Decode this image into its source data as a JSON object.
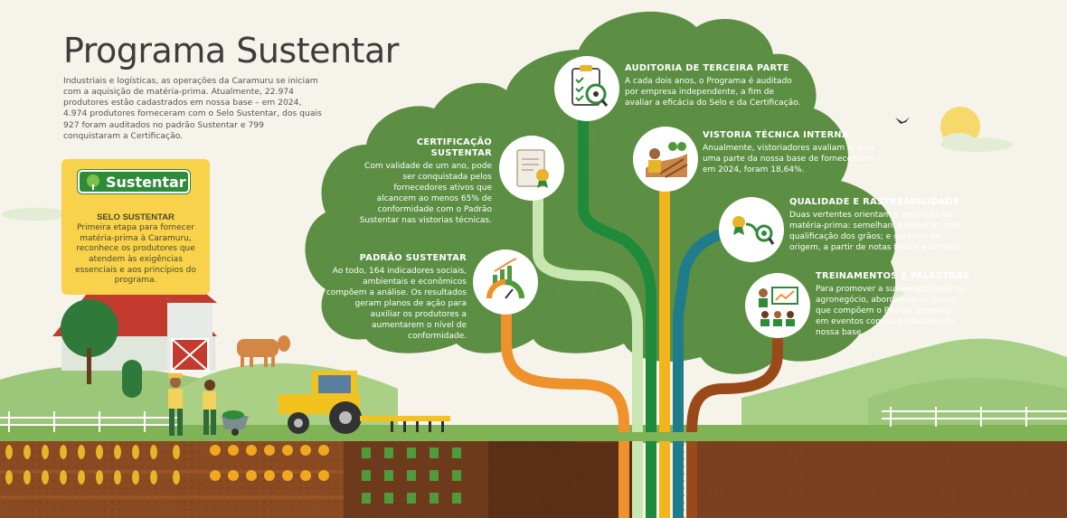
{
  "title": "Programa Sustentar",
  "intro": "Industriais e logísticas, as operações da Caramuru se iniciam com a aquisição de matéria-prima. Atualmente, 22.974 produtores estão cadastrados em nossa base – em 2024, 4.974 produtores forneceram com o Selo Sustentar, dos quais 927 foram auditados no padrão Sustentar e 799 conquistaram a Certificação.",
  "badge": {
    "logo": "Sustentar",
    "title": "SELO SUSTENTAR",
    "text": "Primeira etapa para fornecer matéria-prima à Caramuru, reconhece os produtores que atendem às exigências essenciais e aos princípios do programa."
  },
  "sections": {
    "auditoria": {
      "title": "AUDITORIA DE TERCEIRA PARTE",
      "text": "A cada dois anos, o Programa é auditado por empresa independente, a fim de avaliar a eficácia do Selo e da Certificação.",
      "icon": "clipboard-eye-icon"
    },
    "vistoria": {
      "title": "VISTORIA TÉCNICA INTERNA",
      "text_a": "Anualmente, vistoriadores avaliam ",
      "text_em": "in loco",
      "text_b": " uma parte da nossa base de fornecedores – em 2024, foram 18,64%.",
      "icon": "farmer-field-icon"
    },
    "certificacao": {
      "title_1": "CERTIFICAÇÃO",
      "title_2": "SUSTENTAR",
      "text": "Com validade de um ano, pode ser conquistada pelos fornecedores ativos que alcancem ao menos 65% de conformidade com o Padrão Sustentar nas vistorias técnicas.",
      "icon": "certificate-icon"
    },
    "qualidade": {
      "title": "QUALIDADE E RASTREABILIDADE",
      "text": "Duas vertentes orientam a aquisição de matéria-prima: semelhança material, com qualificação dos grãos; e garantia de origem, a partir de notas fiscais e do Selo.",
      "icon": "traceability-icon"
    },
    "padrao": {
      "title": "PADRÃO SUSTENTAR",
      "text": "Ao todo, 164 indicadores sociais, ambientais e econômicos compõem a análise. Os resultados geram planos de ação para auxiliar os produtores a aumentarem o nível de conformidade.",
      "icon": "gauge-chart-icon"
    },
    "treinamentos": {
      "title": "TREINAMENTOS E PALESTRAS",
      "text": "Para promover a sustentabilidade no agronegócio, abordamos os temas que compõem o Padrão Sustentar em eventos com os produtores da nossa base.",
      "icon": "presentation-icon"
    }
  },
  "colors": {
    "tree": "#5c8f43",
    "tree_dark": "#4e7f38",
    "badge": "#f7d24a",
    "logo_green": "#2e8b3a",
    "soil": "#8a4a22",
    "path_orange": "#f0922c",
    "path_lightgreen": "#c8e6b0",
    "path_green": "#1f8a3a",
    "path_yellow": "#f2b51c",
    "path_teal": "#1f7c8a",
    "path_brown": "#9a4a1a"
  }
}
